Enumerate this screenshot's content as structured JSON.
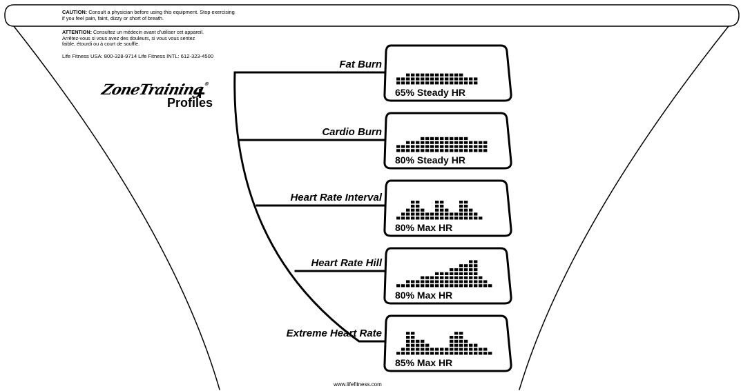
{
  "notice": {
    "caution_label": "CAUTION:",
    "caution_text_1": "Consult a physician before using this equipment. Stop exercising",
    "caution_text_2": "if you feel pain, faint, dizzy or short of breath.",
    "attention_label": "ATTENTION:",
    "attention_text_1": "Consultez un médecin avant d'utiliser cet appareil.",
    "attention_text_2": "Arrêtez-vous si vous avez des douleurs, si vous vous sentez",
    "attention_text_3": "faible, étourdi ou à court de souffle.",
    "phones": "Life Fitness USA: 800-328-9714   Life Fitness INTL: 612-323-4500"
  },
  "brand": {
    "name": "ZoneTraining",
    "mark": "®",
    "plus": "+",
    "subtitle": "Profiles"
  },
  "profiles": [
    {
      "name": "Fat Burn",
      "readout": "65% Steady HR",
      "bars": [
        2,
        2,
        3,
        3,
        3,
        3,
        3,
        3,
        3,
        3,
        3,
        3,
        3,
        3,
        2,
        2,
        2
      ]
    },
    {
      "name": "Cardio Burn",
      "readout": "80% Steady HR",
      "bars": [
        2,
        2,
        3,
        3,
        3,
        4,
        4,
        4,
        4,
        4,
        4,
        4,
        4,
        4,
        4,
        3,
        3,
        3,
        3
      ]
    },
    {
      "name": "Heart Rate Interval",
      "readout": "80% Max HR",
      "bars": [
        1,
        2,
        3,
        5,
        5,
        3,
        2,
        2,
        5,
        5,
        3,
        2,
        2,
        5,
        5,
        3,
        2,
        1
      ]
    },
    {
      "name": "Heart Rate Hill",
      "readout": "80% Max HR",
      "bars": [
        1,
        1,
        2,
        2,
        2,
        3,
        3,
        3,
        4,
        4,
        4,
        5,
        5,
        6,
        6,
        7,
        7,
        3,
        2,
        1
      ]
    },
    {
      "name": "Extreme Heart Rate",
      "readout": "85% Max HR",
      "bars": [
        1,
        2,
        6,
        6,
        4,
        4,
        3,
        2,
        2,
        2,
        2,
        5,
        6,
        6,
        4,
        3,
        3,
        2,
        2,
        1
      ]
    }
  ],
  "footer": {
    "website": "www.lifefitness.com"
  },
  "colors": {
    "ink": "#000000",
    "paper": "#ffffff"
  }
}
